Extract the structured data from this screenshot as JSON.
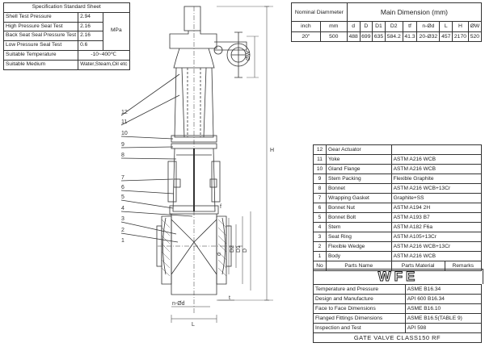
{
  "spec": {
    "title": "Specification Standard Sheet",
    "rows": [
      {
        "label": "Shell Test Pressure",
        "value": "2.94"
      },
      {
        "label": "High Pressure Seal Test",
        "value": "2.16"
      },
      {
        "label": "Back Seat Seal Pressure Test",
        "value": "2.16"
      },
      {
        "label": "Low Pressure Seal Test",
        "value": "0.6"
      }
    ],
    "unit": "MPa",
    "temp_label": "Suitable Temperature",
    "temp_value": "-10~400℃",
    "medium_label": "Suitable Medium",
    "medium_value": "Water,Steam,Oil etc"
  },
  "dimensions": {
    "nominal_label": "Nominal Diammeter",
    "main_label": "Main Dimension (mm)",
    "units": [
      "inch",
      "mm"
    ],
    "headers": [
      "d",
      "D",
      "D1",
      "D2",
      "tf",
      "n-Ød",
      "L",
      "H",
      "ØW"
    ],
    "row": [
      "20\"",
      "500",
      "488",
      "699",
      "635",
      "584.2",
      "41.3",
      "20-Ø32",
      "457",
      "2170",
      "520"
    ]
  },
  "parts": {
    "rows": [
      {
        "no": "12",
        "name": "Gear Actuator",
        "material": ""
      },
      {
        "no": "11",
        "name": "Yoke",
        "material": "ASTM A216 WCB"
      },
      {
        "no": "10",
        "name": "Gland Flange",
        "material": "ASTM A216 WCB"
      },
      {
        "no": "9",
        "name": "Stem Packing",
        "material": "Flexible Graphite"
      },
      {
        "no": "8",
        "name": "Bonnet",
        "material": "ASTM A216 WCB+13Cr"
      },
      {
        "no": "7",
        "name": "Wrapping Gasket",
        "material": "Graphite+SS"
      },
      {
        "no": "6",
        "name": "Bonnet Nut",
        "material": "ASTM A194 2H"
      },
      {
        "no": "5",
        "name": "Bonnet Bolt",
        "material": "ASTM A193 B7"
      },
      {
        "no": "4",
        "name": "Stem",
        "material": "ASTM A182 F6a"
      },
      {
        "no": "3",
        "name": "Seat Ring",
        "material": "ASTM A105+13Cr"
      },
      {
        "no": "2",
        "name": "Flexible Wedge",
        "material": "ASTM A216 WCB+13Cr"
      },
      {
        "no": "1",
        "name": "Body",
        "material": "ASTM A216 WCB"
      }
    ],
    "header": {
      "no": "No",
      "name": "Parts Name",
      "material": "Parts Material",
      "remarks": "Remarks"
    }
  },
  "logo": "WFE",
  "standards": {
    "rows": [
      {
        "label": "Temperature and Pressure",
        "value": "ASME B16.34"
      },
      {
        "label": "Design and Manufacture",
        "value": "API 600 B16.34"
      },
      {
        "label": "Face to Face Dimensions",
        "value": "ASME B16.10"
      },
      {
        "label": "Flanged Fittings Dimensions",
        "value": "ASME B16.5(TABLE 9)"
      },
      {
        "label": "Inspection and Test",
        "value": "API 598"
      }
    ],
    "title": "GATE VALVE CLASS150 RF"
  },
  "drawing": {
    "callouts": [
      "12",
      "11",
      "10",
      "9",
      "8",
      "7",
      "6",
      "5",
      "4",
      "3",
      "2",
      "1"
    ],
    "dim_labels": {
      "W": "ØW",
      "H": "H",
      "d": "d",
      "D2": "D2",
      "D1": "D1",
      "D": "D",
      "nd": "n-Ød",
      "f": "f",
      "t": "t",
      "L": "L"
    }
  }
}
